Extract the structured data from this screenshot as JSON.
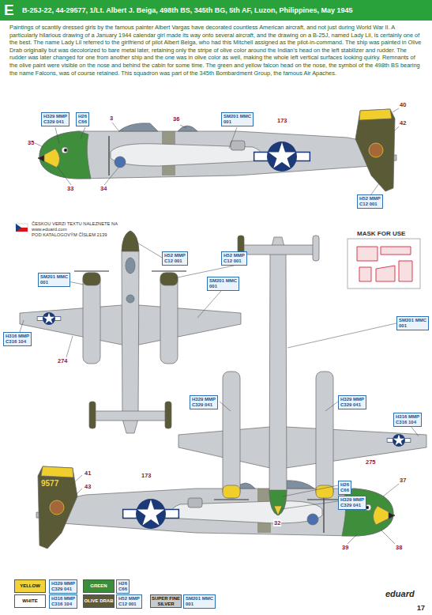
{
  "diagram": {
    "title": "B-25J-22, 44-29577, 1/Lt. Albert J. Beiga, 498th BS, 345th BG, 5th AF, Luzon, Philippines, May 1945",
    "caption": "Paintings of scantily dressed girls by the famous painter Albert Vargas have decorated countless American aircraft, and not just during World War II. A particularly hilarious drawing of a January 1944 calendar girl made its way onto several aircraft, and the drawing on a B-25J, named Lady Lil, is certainly one of the best. The name Lady Lil referred to the girlfriend of pilot Albert Beiga, who had this Mitchell assigned as the pilot-in-command. The ship was painted in Olive Drab originally but was decolorized to bare metal later, retaining only the stripe of olive color around the Indian's head on the left stabilizer and rudder. The rudder was later changed for one from another ship and the one was in olive color as well, making the whole left vertical surfaces looking quirky. Remnants of the olive paint were visible on the nose and behind the cabin for some time. The green and yellow falcon head on the nose, the symbol of the 498th BS bearing the name Falcons, was of course retained. This squadron was part of the 345th Bombardment Group, the famous Air Apaches.",
    "nodes": [
      {
        "text": [
          "H329 MMP",
          "C329 041"
        ]
      },
      {
        "text": [
          "H26",
          "C66"
        ]
      },
      {
        "text": [
          "SM201 MMC",
          "001"
        ]
      },
      {
        "text": [
          "H52 MMP",
          "C12 001"
        ]
      },
      {
        "text": [
          "H52 MMP",
          "C12 001"
        ]
      },
      {
        "text": [
          "H52 MMP",
          "C12 001"
        ]
      },
      {
        "text": [
          "SM201 MMC",
          "001"
        ]
      },
      {
        "text": [
          "SM201 MMC",
          "001"
        ]
      },
      {
        "text": [
          "H316 MMP",
          "C316 104"
        ]
      },
      {
        "text": [
          "SM201 MMC",
          "001"
        ]
      },
      {
        "text": [
          "H329 MMP",
          "C329 041"
        ]
      },
      {
        "text": [
          "H329 MMP",
          "C329 041"
        ]
      },
      {
        "text": [
          "H316 MMP",
          "C316 104"
        ]
      },
      {
        "text": [
          "H26",
          "C66"
        ]
      },
      {
        "text": [
          "H329 MMP",
          "C329 041"
        ]
      },
      {
        "text": [
          "H329 MMP",
          "C329 041"
        ]
      },
      {
        "text": [
          "H26",
          "C66"
        ]
      },
      {
        "text": [
          "H316 MMP",
          "C316 104"
        ]
      },
      {
        "text": [
          "H52 MMP",
          "C12 001"
        ]
      },
      {
        "text": [
          "SM201 MMC",
          "001"
        ]
      }
    ],
    "labels": [
      "E",
      "3",
      "36",
      "173",
      "40",
      "42",
      "35",
      "33",
      "34",
      "ČESKOU VERZI TEXTU NALEZNETE NA",
      "www.eduard.com",
      "POD KATALOGOVÝM ČÍSLEM 2139",
      "MASK FOR USE",
      "274",
      "275",
      "32",
      "9577",
      "41",
      "43",
      "173",
      "37",
      "39",
      "38",
      "eduard",
      "17"
    ],
    "legend": [
      {
        "text": "YELLOW",
        "color": "#f3d23a"
      },
      {
        "text": "GREEN",
        "color": "#3d8c3a"
      },
      {
        "text": "WHITE",
        "color": "#ffffff"
      },
      {
        "text": "OLIVE DRAB",
        "color": "#5c5a38"
      },
      {
        "text": "SUPER FINE SILVER",
        "color": "#c8cbce"
      }
    ]
  }
}
